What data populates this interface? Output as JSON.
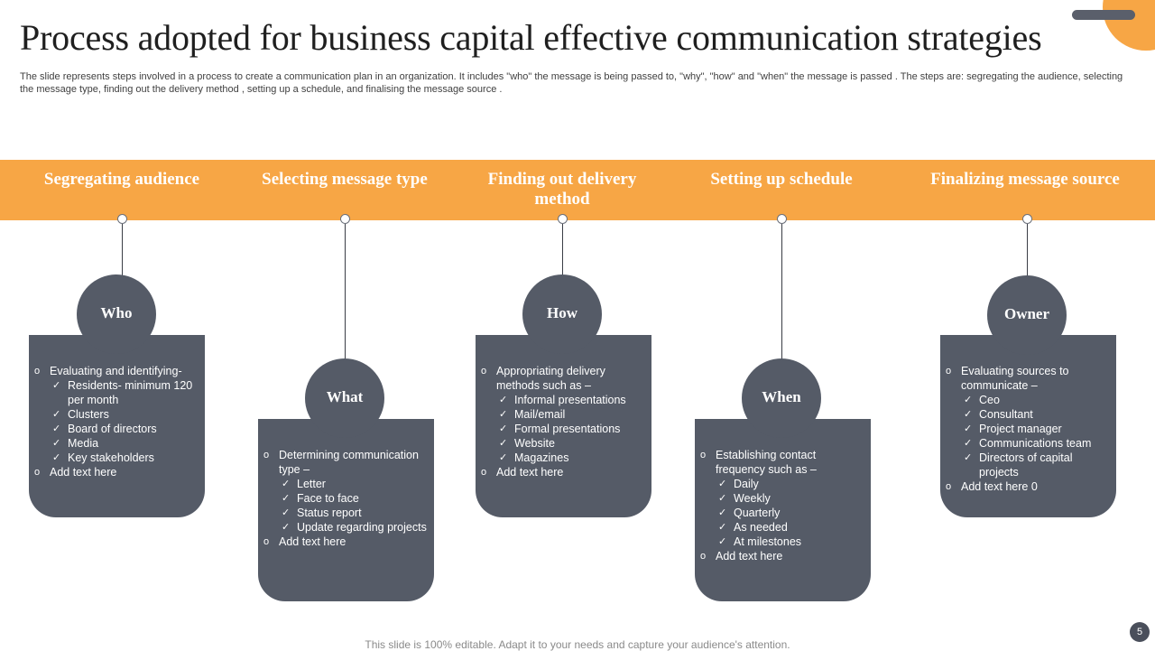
{
  "title": "Process adopted for business capital effective communication strategies",
  "subtitle": "The slide represents steps involved in a process to create a communication plan in an organization. It includes \"who\" the message is being passed to, \"why\", \"how\" and \"when\" the message is passed . The steps are: segregating the audience, selecting the message type, finding out the delivery method , setting up a schedule, and finalising the message source .",
  "colors": {
    "accent": "#f7a645",
    "card": "#555b67",
    "page_badge": "#4a4f5b"
  },
  "steps": [
    {
      "title": "Segregating audience",
      "bubble": "Who",
      "items": [
        {
          "text": "Evaluating and identifying-",
          "level": 0
        },
        {
          "text": "Residents- minimum 120 per month",
          "level": 1
        },
        {
          "text": "Clusters",
          "level": 1
        },
        {
          "text": "Board of directors",
          "level": 1
        },
        {
          "text": "Media",
          "level": 1
        },
        {
          "text": "Key stakeholders",
          "level": 1
        },
        {
          "text": "Add text here",
          "level": 0
        }
      ]
    },
    {
      "title": "Selecting message type",
      "bubble": "What",
      "items": [
        {
          "text": "Determining communication type –",
          "level": 0
        },
        {
          "text": "Letter",
          "level": 1
        },
        {
          "text": "Face to face",
          "level": 1
        },
        {
          "text": "Status report",
          "level": 1
        },
        {
          "text": "Update regarding projects",
          "level": 1
        },
        {
          "text": "Add text here",
          "level": 0
        }
      ]
    },
    {
      "title": "Finding out delivery method",
      "bubble": "How",
      "items": [
        {
          "text": "Appropriating delivery methods such as –",
          "level": 0
        },
        {
          "text": "Informal presentations",
          "level": 1
        },
        {
          "text": "Mail/email",
          "level": 1
        },
        {
          "text": "Formal presentations",
          "level": 1
        },
        {
          "text": "Website",
          "level": 1
        },
        {
          "text": "Magazines",
          "level": 1
        },
        {
          "text": "Add text here",
          "level": 0
        }
      ]
    },
    {
      "title": "Setting up schedule",
      "bubble": "When",
      "items": [
        {
          "text": "Establishing contact frequency such as –",
          "level": 0
        },
        {
          "text": "Daily",
          "level": 1
        },
        {
          "text": "Weekly",
          "level": 1
        },
        {
          "text": "Quarterly",
          "level": 1
        },
        {
          "text": "As needed",
          "level": 1
        },
        {
          "text": "At milestones",
          "level": 1
        },
        {
          "text": "Add text here",
          "level": 0
        }
      ]
    },
    {
      "title": "Finalizing message source",
      "bubble": "Owner",
      "items": [
        {
          "text": "Evaluating  sources to communicate –",
          "level": 0
        },
        {
          "text": "Ceo",
          "level": 1
        },
        {
          "text": "Consultant",
          "level": 1
        },
        {
          "text": "Project manager",
          "level": 1
        },
        {
          "text": "Communications team",
          "level": 1
        },
        {
          "text": "Directors of capital projects",
          "level": 1
        },
        {
          "text": "Add text here 0",
          "level": 0
        }
      ]
    }
  ],
  "footer": "This slide is 100% editable. Adapt it to your needs and capture your audience's attention.",
  "page_number": "5"
}
